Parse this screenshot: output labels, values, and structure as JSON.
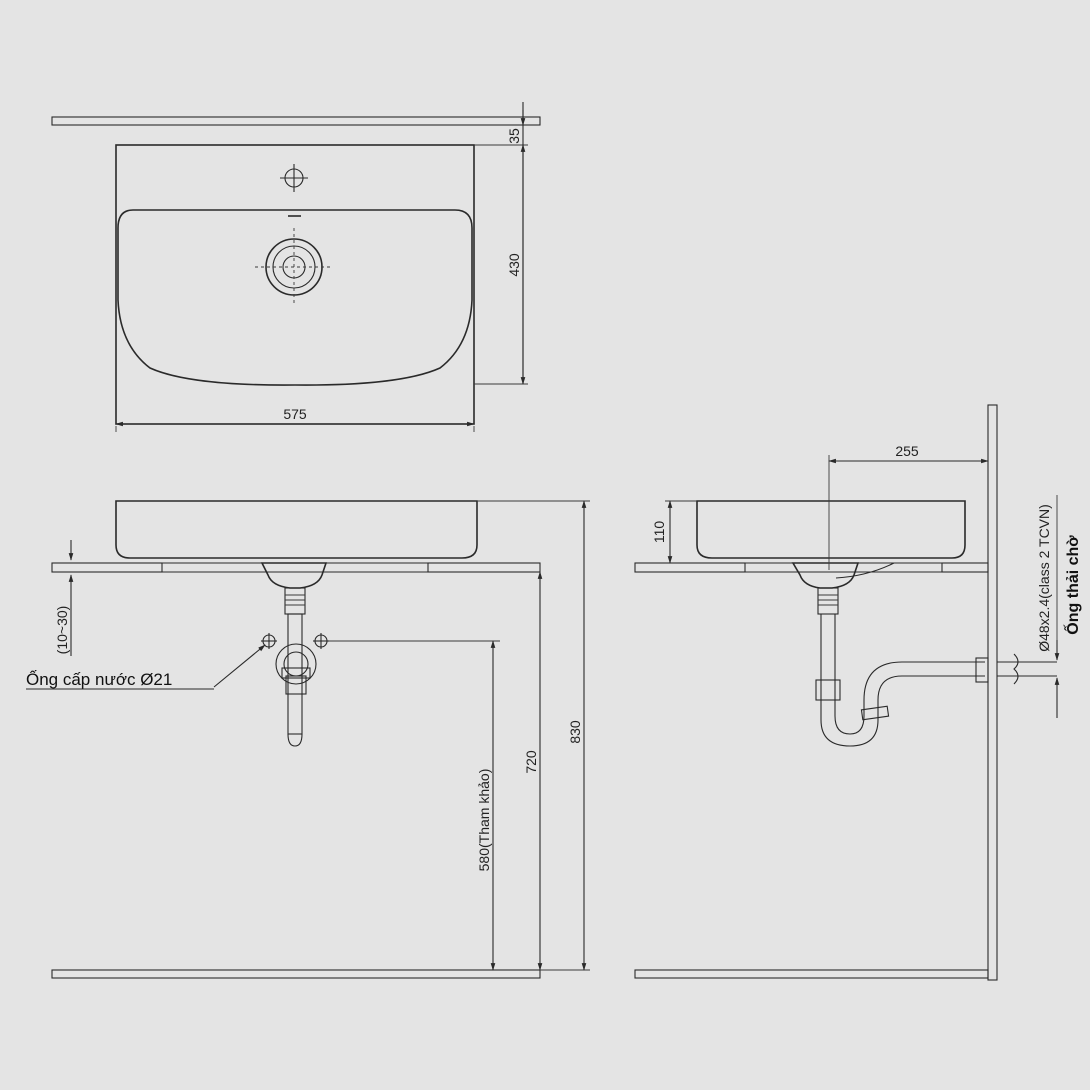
{
  "dimensions": {
    "top_gap": "35",
    "basin_depth": "430",
    "basin_width": "575",
    "height_830": "830",
    "height_720": "720",
    "supply_height": "580(Tham khảo)",
    "counter_thickness": "(10~30)",
    "basin_height": "110",
    "drain_offset": "255",
    "drain_pipe_spec": "Ø48x2.4(class 2 TCVN)"
  },
  "labels": {
    "water_supply": "Ống cấp nước Ø21",
    "waste_pipe": "Ống thải chờ"
  },
  "colors": {
    "background": "#e4e4e4",
    "line": "#2a2a2a"
  }
}
